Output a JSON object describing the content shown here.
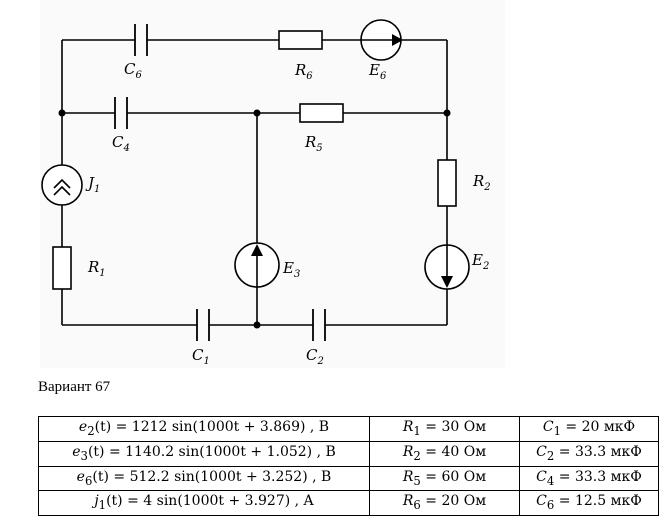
{
  "diagram": {
    "labels": {
      "C6": {
        "base": "C",
        "sub": "6"
      },
      "R6": {
        "base": "R",
        "sub": "6"
      },
      "E6": {
        "base": "E",
        "sub": "6"
      },
      "C4": {
        "base": "C",
        "sub": "4"
      },
      "R5": {
        "base": "R",
        "sub": "5"
      },
      "J1": {
        "base": "J",
        "sub": "1"
      },
      "R2": {
        "base": "R",
        "sub": "2"
      },
      "R1": {
        "base": "R",
        "sub": "1"
      },
      "E3": {
        "base": "E",
        "sub": "3"
      },
      "E2": {
        "base": "E",
        "sub": "2"
      },
      "C1": {
        "base": "C",
        "sub": "1"
      },
      "C2": {
        "base": "C",
        "sub": "2"
      }
    }
  },
  "variant_label": "Вариант 67",
  "table": {
    "rows": [
      {
        "source": {
          "fn": "e",
          "sub": "2",
          "arg": "(t) = ",
          "expr": "1212 sin(1000t + 3.869) , B"
        },
        "resistor": {
          "sym": "R",
          "sub": "1",
          "value": " = 30 Ом"
        },
        "capacitor": {
          "sym": "C",
          "sub": "1",
          "value": " = 20 мкФ"
        }
      },
      {
        "source": {
          "fn": "e",
          "sub": "3",
          "arg": "(t) = ",
          "expr": "1140.2 sin(1000t + 1.052) , B"
        },
        "resistor": {
          "sym": "R",
          "sub": "2",
          "value": " = 40 Ом"
        },
        "capacitor": {
          "sym": "C",
          "sub": "2",
          "value": " = 33.3 мкФ"
        }
      },
      {
        "source": {
          "fn": "e",
          "sub": "6",
          "arg": "(t) = ",
          "expr": "512.2 sin(1000t + 3.252) , B"
        },
        "resistor": {
          "sym": "R",
          "sub": "5",
          "value": " = 60 Ом"
        },
        "capacitor": {
          "sym": "C",
          "sub": "4",
          "value": " = 33.3 мкФ"
        }
      },
      {
        "source": {
          "fn": "j",
          "sub": "1",
          "arg": "(t) = ",
          "expr": "4 sin(1000t + 3.927) , A"
        },
        "resistor": {
          "sym": "R",
          "sub": "6",
          "value": " = 20 Ом"
        },
        "capacitor": {
          "sym": "C",
          "sub": "6",
          "value": " = 12.5 мкФ"
        }
      }
    ]
  }
}
